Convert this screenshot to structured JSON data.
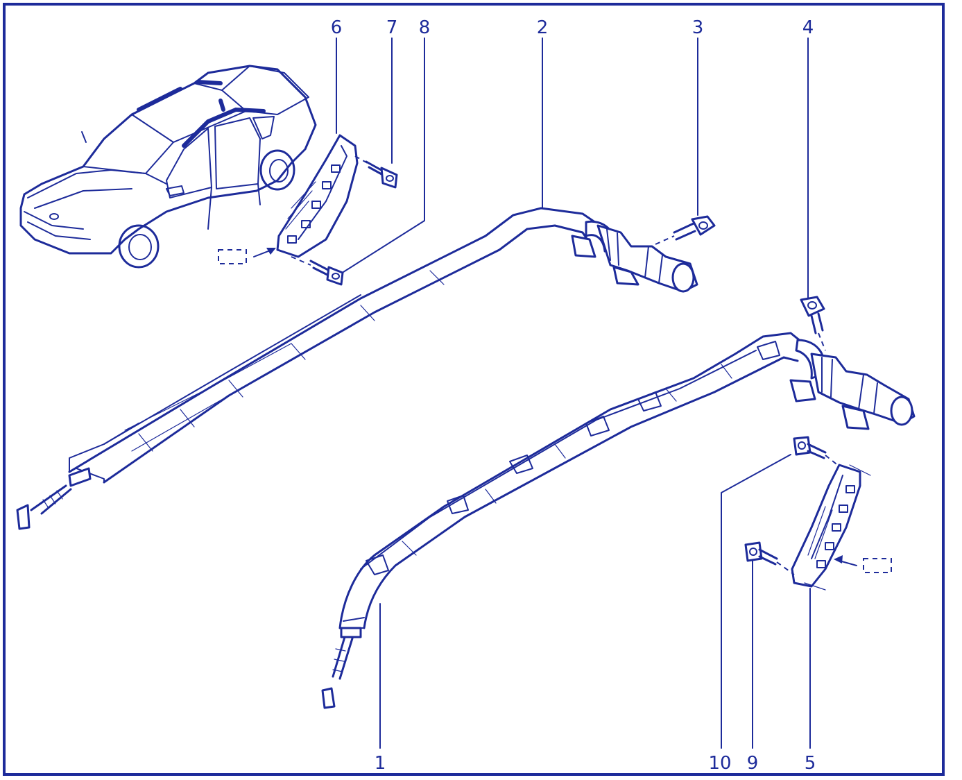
{
  "colors": {
    "ink": "#1d2b9a",
    "paper": "#ffffff"
  },
  "callouts": {
    "c1": "1",
    "c2": "2",
    "c3": "3",
    "c4": "4",
    "c5": "5",
    "c6": "6",
    "c7": "7",
    "c8": "8",
    "c9": "9",
    "c10": "10"
  }
}
